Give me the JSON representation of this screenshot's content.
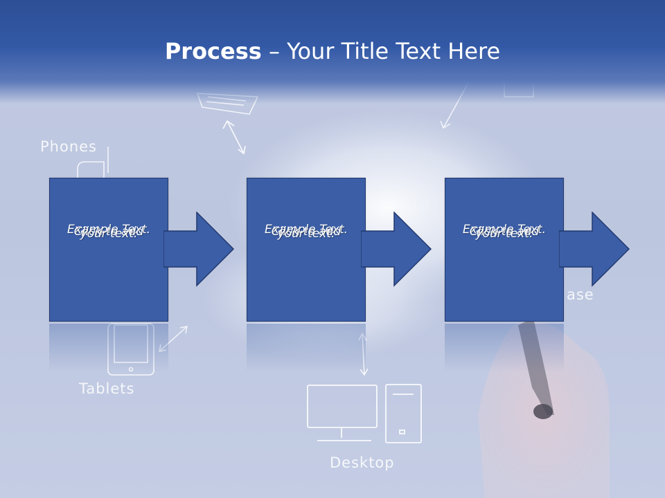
{
  "slide": {
    "title_bold": "Process",
    "title_rest": " – Your Title Text Here"
  },
  "background": {
    "labels": {
      "phones": "Phones",
      "tablets": "Tablets",
      "desktop": "Desktop",
      "database_fragment": "ase"
    }
  },
  "process": {
    "steps": [
      {
        "line1": "Example Text.",
        "line2": "Click  to add",
        "line3": "your text."
      },
      {
        "line1": "Example Text.",
        "line2": "Click  to add",
        "line3": "your text."
      },
      {
        "line1": "Example Text.",
        "line2": "Click  to add",
        "line3": "your text."
      }
    ]
  },
  "colors": {
    "box_fill": "#3b5ea6",
    "box_border": "#22396e",
    "title_band": "#2d4f95",
    "background": "#c2cbe2"
  }
}
